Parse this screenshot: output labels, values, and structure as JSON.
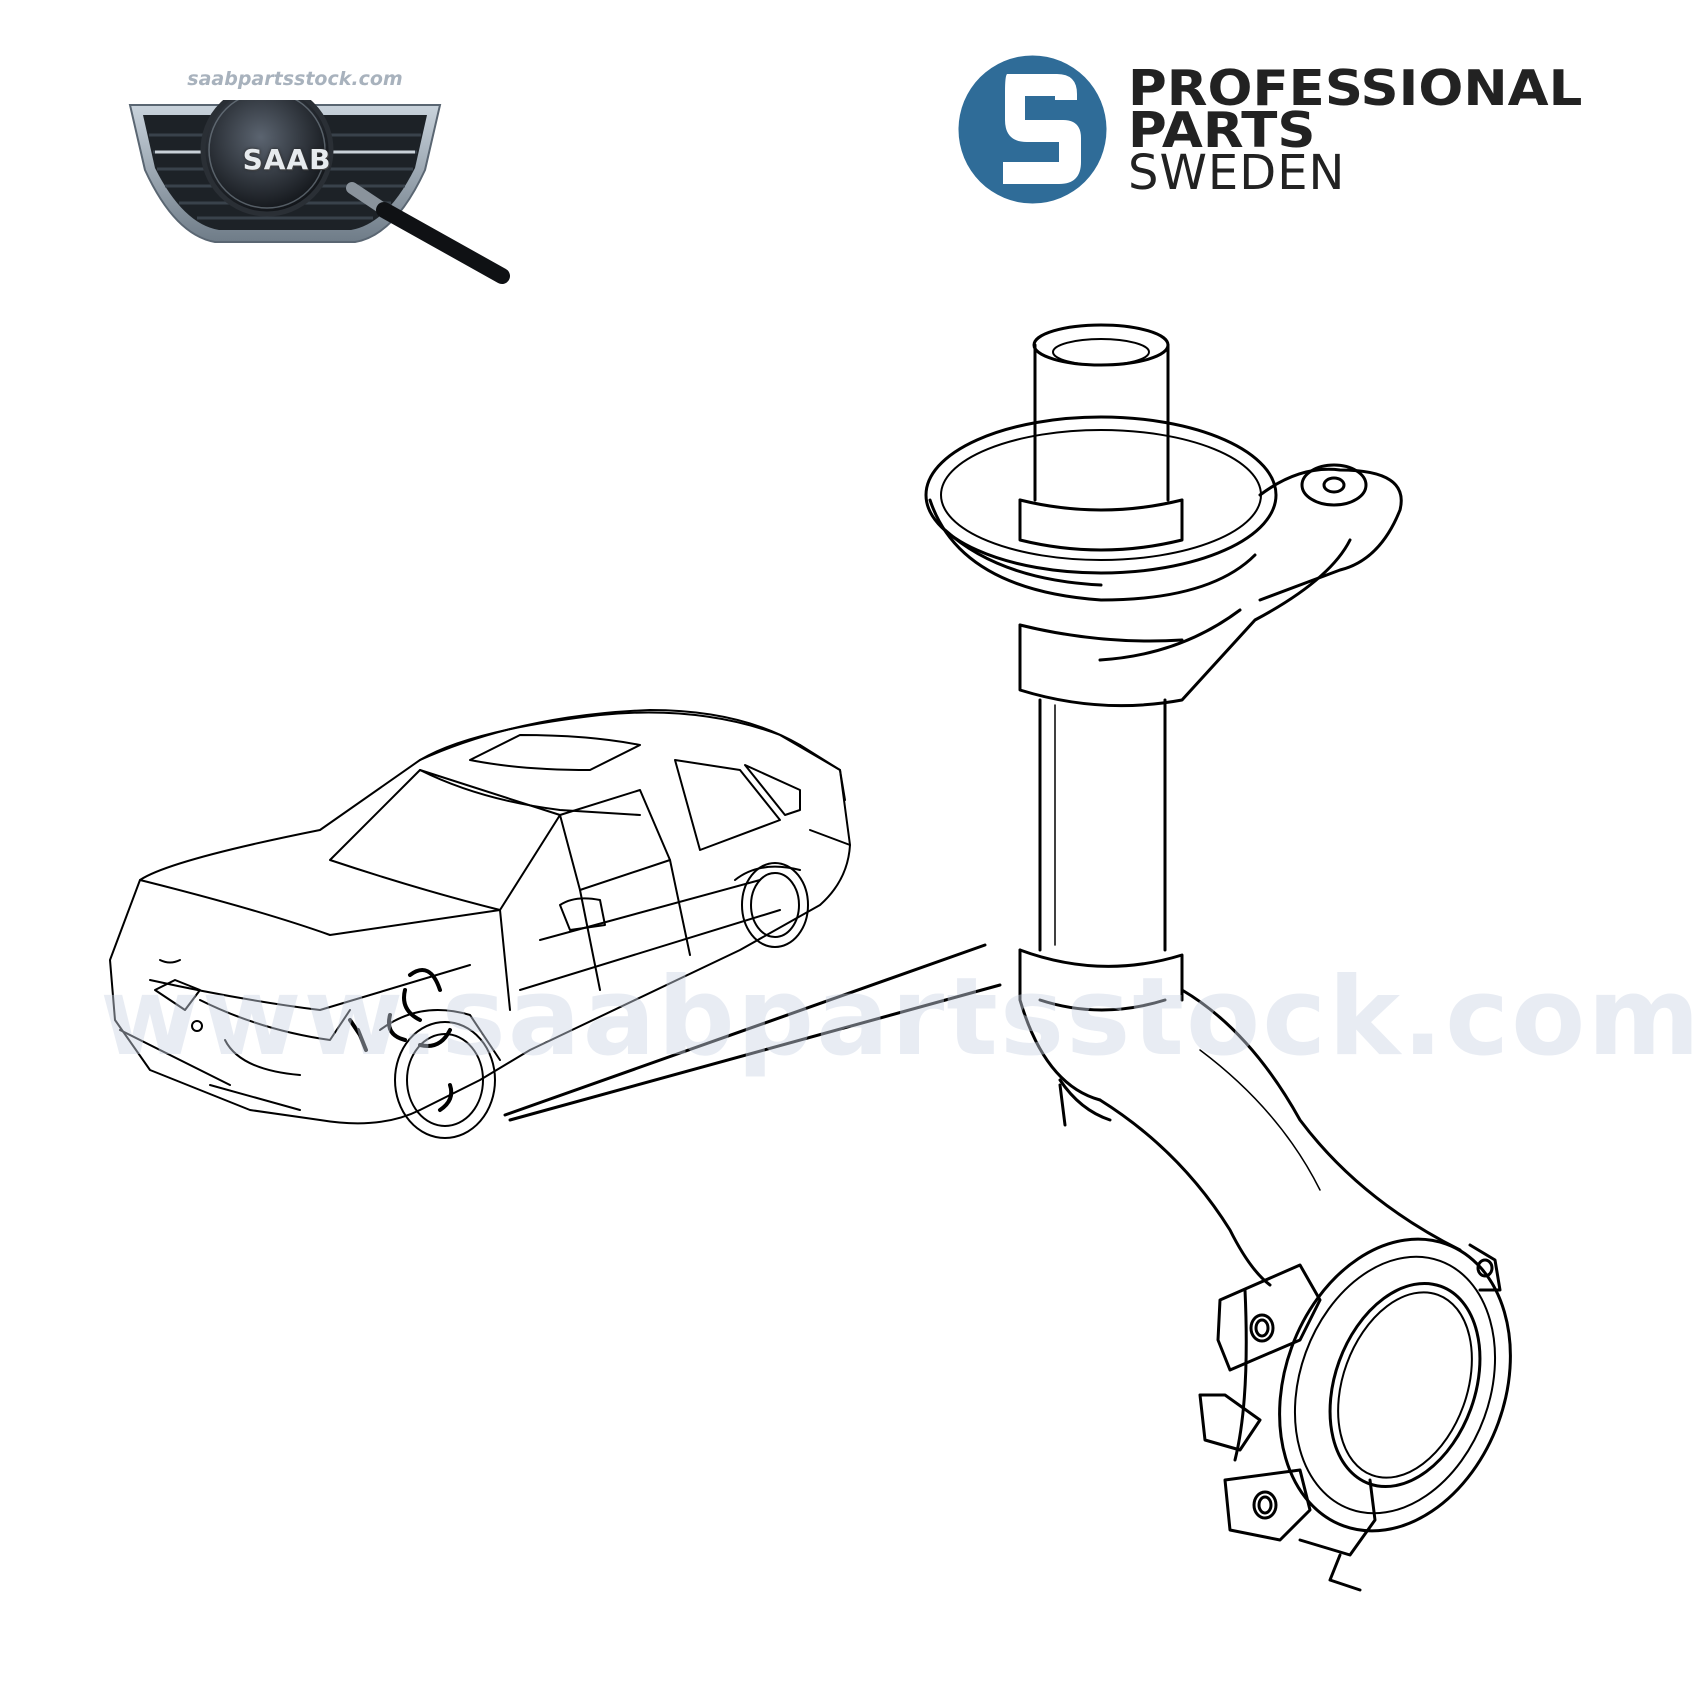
{
  "site_logo": {
    "url_text": "saabpartsstock.com",
    "badge_text": "SAAB"
  },
  "brand": {
    "line1": "PROFESSIONAL",
    "line2": "PARTS",
    "line3": "SWEDEN",
    "colors": {
      "mark": "#2f6c98",
      "text": "#222222"
    }
  },
  "watermark": {
    "text": "www.saabpartsstock.com"
  },
  "icons": [
    "magnifier-icon",
    "saab-grille-icon",
    "professional-parts-sweden-mark-icon"
  ]
}
